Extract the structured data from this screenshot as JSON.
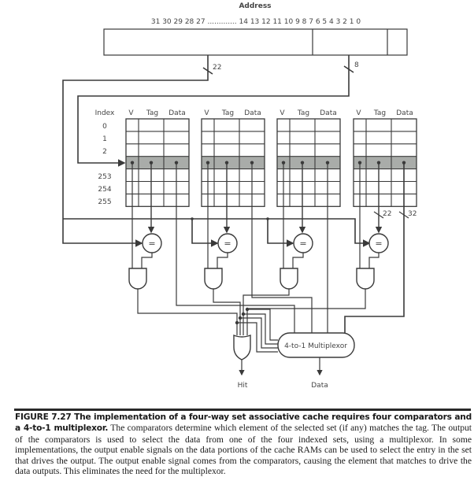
{
  "address": {
    "title": "Address",
    "bits_label": "31 30 29 28 27 ............. 14 13 12 11 10 9 8 7 6 5 4 3 2 1 0",
    "tag_width": "22",
    "index_width": "8"
  },
  "ways": [
    {
      "v": "V",
      "tag": "Tag",
      "data": "Data"
    },
    {
      "v": "V",
      "tag": "Tag",
      "data": "Data"
    },
    {
      "v": "V",
      "tag": "Tag",
      "data": "Data"
    },
    {
      "v": "V",
      "tag": "Tag",
      "data": "Data"
    }
  ],
  "index": {
    "header": "Index",
    "rows_top": [
      "0",
      "1",
      "2"
    ],
    "rows_bottom": [
      "253",
      "254",
      "255"
    ]
  },
  "bus_widths": {
    "tag": "22",
    "data": "32"
  },
  "comparator_symbol": "=",
  "mux_label": "4-to-1 Multiplexor",
  "outputs": {
    "hit": "Hit",
    "data": "Data"
  },
  "caption": {
    "title": "FIGURE 7.27 The implementation of a four-way set associative cache requires four comparators and a 4-to-1 multiplexor.",
    "body": " The comparators determine which element of the selected set (if any) matches the tag. The output of the comparators is used to select the data from one of the four indexed sets, using a multiplexor. In some implementations, the output enable signals on the data portions of the cache RAMs can be used to select the entry in the set that drives the output. The output enable signal comes from the comparators, causing the element that matches to drive the data outputs. This eliminates the need for the multiplexor."
  },
  "colors": {
    "line": "#3a3a3a",
    "highlight": "#a9aca9"
  }
}
